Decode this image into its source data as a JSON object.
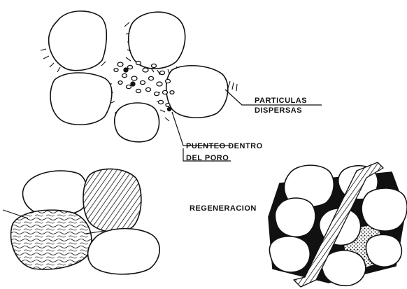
{
  "labels": {
    "particulas_line1": "PARTICULAS",
    "particulas_line2": "DISPERSAS",
    "puenteo_line1": "PUENTEO DENTRO",
    "puenteo_line2": "DEL PORO",
    "regeneracion": "REGENERACION"
  },
  "colors": {
    "ink": "#111111",
    "background": "#ffffff"
  }
}
